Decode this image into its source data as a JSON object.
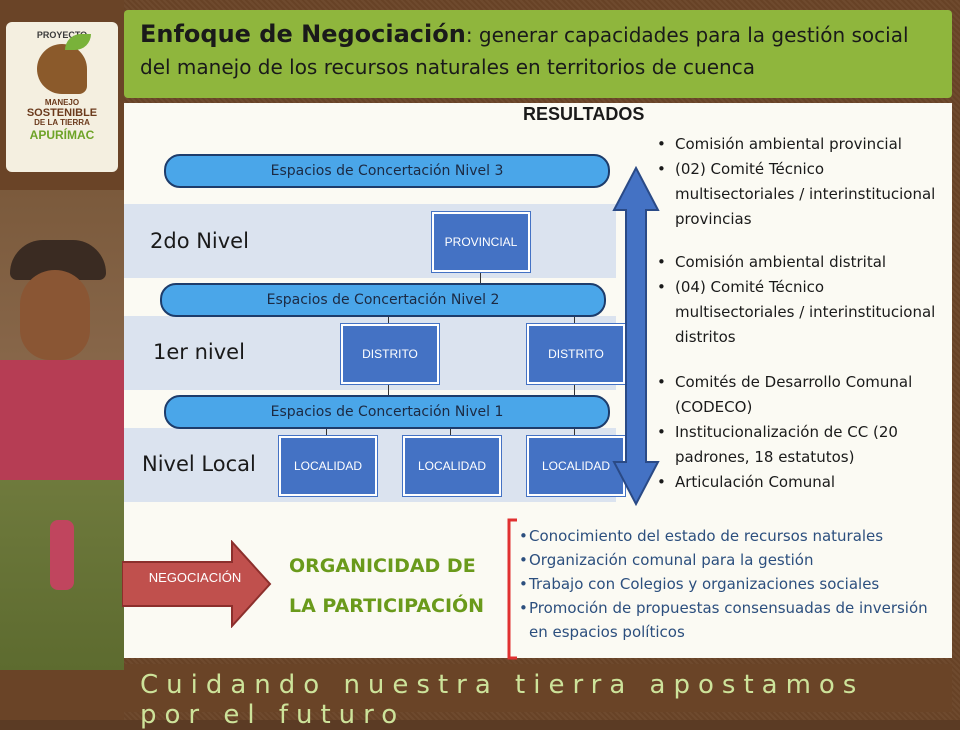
{
  "title": {
    "strong": "Enfoque de Negociación",
    "rest": ": generar capacidades para la gestión social del manejo de los recursos naturales en territorios de cuenca"
  },
  "logo": {
    "proyecto": "PROYECTO",
    "line1": "MANEJO",
    "line2": "SOSTENIBLE",
    "line3": "DE LA TIERRA",
    "line4": "APURÍMAC"
  },
  "slogan": "Cuidando nuestra tierra apostamos por el futuro",
  "resultados_heading": "RESULTADOS",
  "levels": [
    {
      "label": "2do Nivel"
    },
    {
      "label": "1er nivel"
    },
    {
      "label": "Nivel Local"
    }
  ],
  "nodes": {
    "provincial": "PROVINCIAL",
    "distrito1": "DISTRITO",
    "distrito2": "DISTRITO",
    "localidad1": "LOCALIDAD",
    "localidad2": "LOCALIDAD",
    "localidad3": "LOCALIDAD"
  },
  "espacios": {
    "n3": "Espacios de Concertación Nivel 3",
    "n2": "Espacios de Concertación Nivel 2",
    "n1": "Espacios de Concertación Nivel 1"
  },
  "results": [
    "Comisión ambiental provincial",
    "(02)  Comité Técnico multisectoriales / interinstitucional provincias",
    "Comisión ambiental distrital",
    "(04) Comité Técnico multisectoriales / interinstitucional distritos",
    "Comités de Desarrollo Comunal (CODECO)",
    "Institucionalización de CC (20 padrones, 18 estatutos)",
    "Articulación Comunal"
  ],
  "negociacion": "NEGOCIACIÓN",
  "organicidad": {
    "line1": "ORGANICIDAD DE",
    "line2": "LA PARTICIPACIÓN"
  },
  "outcomes": [
    "Conocimiento del estado de recursos naturales",
    "Organización comunal para la gestión",
    "Trabajo con Colegios y organizaciones sociales",
    "Promoción de propuestas consensuadas de inversión en espacios políticos"
  ],
  "colors": {
    "accent_green": "#8fb63d",
    "node_blue": "#4472c4",
    "ellipse_blue": "#4aa6e9",
    "frame_brown": "#6a4427",
    "outcome_text": "#2c4f7e",
    "negotiation_red": "#c0504d"
  }
}
